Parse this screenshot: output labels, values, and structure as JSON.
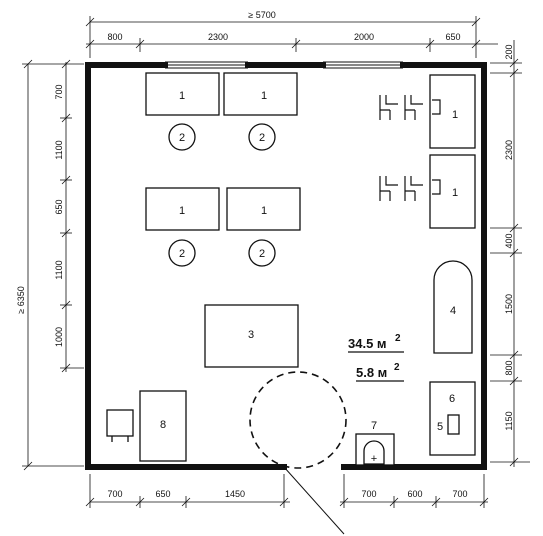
{
  "dimensions_top": {
    "overall": "≥ 5700",
    "segments": [
      "800",
      "2300",
      "2000",
      "650"
    ]
  },
  "dimensions_bottom": {
    "left_segments": [
      "700",
      "650",
      "1450"
    ],
    "right_segments": [
      "700",
      "600",
      "700"
    ]
  },
  "dimensions_left": {
    "overall": "≥ 6350",
    "segments": [
      "700",
      "1100",
      "650",
      "1100",
      "1000"
    ]
  },
  "dimensions_right": {
    "segments": [
      "200",
      "2300",
      "400",
      "1500",
      "800",
      "1150"
    ]
  },
  "furniture_labels": {
    "desk": "1",
    "chair": "2",
    "table": "3",
    "item_4": "4",
    "item_5": "5",
    "item_6": "6",
    "item_7": "7",
    "item_8": "8",
    "sink_cross": "+"
  },
  "areas": {
    "area_total_value": "34.5 м",
    "area_total_exp": "2",
    "area_small_value": "5.8 м",
    "area_small_exp": "2"
  }
}
